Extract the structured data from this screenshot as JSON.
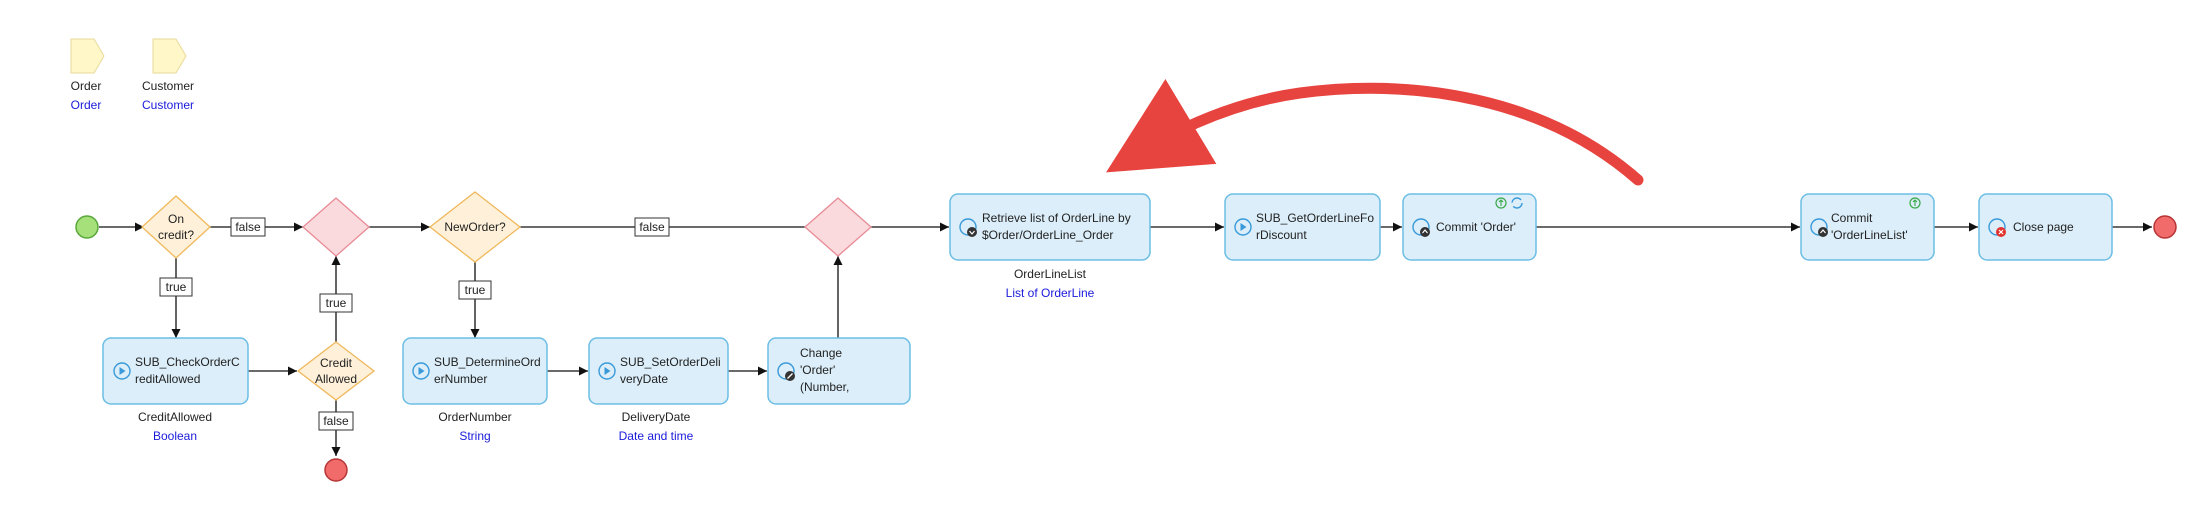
{
  "parameters": [
    {
      "name": "Order",
      "type": "Order"
    },
    {
      "name": "Customer",
      "type": "Customer"
    }
  ],
  "decisions": {
    "on_credit": "On credit?",
    "new_order": "NewOrder?",
    "credit_allowed": "Credit Allowed"
  },
  "flow_labels": {
    "false_1": "false",
    "true_1": "true",
    "true_2": "true",
    "false_2": "false",
    "true_3": "true",
    "false_3": "false"
  },
  "activities": {
    "sub_check": "SUB_CheckOrderCreditAllowed",
    "sub_determine": "SUB_DetermineOrderNumber",
    "sub_set_delivery": "SUB_SetOrderDeliveryDate",
    "change_order": "Change 'Order' (Number, DeliveryDate)",
    "retrieve": "Retrieve list of OrderLine by $Order/OrderLine_Order",
    "sub_get_lines": "SUB_GetOrderLineForDiscount",
    "commit_order": "Commit 'Order'",
    "commit_lines": "Commit 'OrderLineList'",
    "close_page": "Close page"
  },
  "outputs": {
    "credit_allowed": {
      "name": "CreditAllowed",
      "type": "Boolean"
    },
    "order_number": {
      "name": "OrderNumber",
      "type": "String"
    },
    "delivery_date": {
      "name": "DeliveryDate",
      "type": "Date and time"
    },
    "order_line_list": {
      "name": "OrderLineList",
      "type": "List of OrderLine"
    }
  },
  "colors": {
    "activity_fill": "#dbeef9",
    "activity_stroke": "#6cbde4",
    "decision_fill": "#fff1d9",
    "decision_stroke": "#f0b85c",
    "merge_fill": "#fadadd",
    "merge_stroke": "#e88b96",
    "start_fill": "#a5e07a",
    "end_fill": "#f26b6b",
    "param_fill": "#fff7c8",
    "type_text": "#1a1adb",
    "annotation_arrow": "#e8443f"
  }
}
